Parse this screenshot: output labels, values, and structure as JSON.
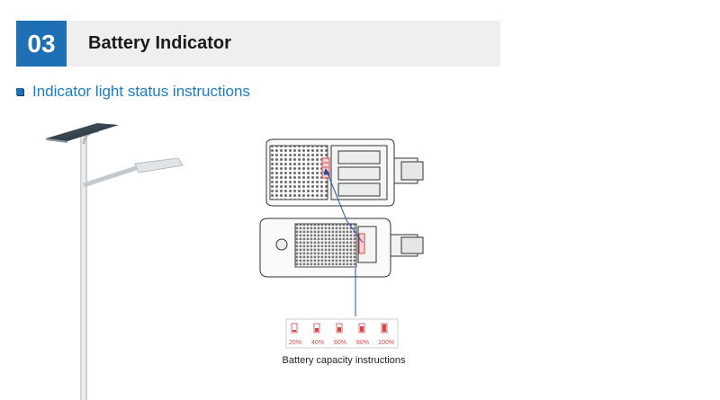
{
  "header": {
    "number": "03",
    "title": "Battery Indicator"
  },
  "section": {
    "title": "Indicator light status instructions"
  },
  "battery_levels": [
    "20%",
    "40%",
    "60%",
    "80%",
    "100%"
  ],
  "caption": "Battery capacity instructions",
  "colors": {
    "accent": "#1f6fb5",
    "subtitle": "#1a7cc6",
    "header_bg": "#efefef",
    "indicator_red": "#d04848"
  }
}
